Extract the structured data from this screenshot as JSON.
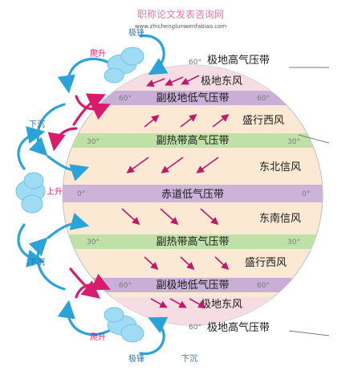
{
  "watermark": {
    "site": "职称论文发表咨询网",
    "url": "www.zhichenglunwenfabiao.com"
  },
  "belts": {
    "north_polar_high": "极地高气压带",
    "north_subpolar_low": "副极地低气压带",
    "north_subtropical_high": "副热带高气压带",
    "equatorial_low": "赤道低气压带",
    "south_subtropical_high": "副热带高气压带",
    "south_subpolar_low": "副极地低气压带",
    "south_polar_high": "极地高气压带"
  },
  "winds": {
    "north_polar_easterlies": "极地东风",
    "north_westerlies": "盛行西风",
    "ne_trades": "东北信风",
    "se_trades": "东南信风",
    "south_westerlies": "盛行西风",
    "south_polar_easterlies": "极地东风"
  },
  "motion": {
    "north_rise": "爬升",
    "north_front": "极锋",
    "north_sink": "下沉",
    "equator_rise": "上升",
    "south_sink": "下沉",
    "south_rise": "爬升",
    "south_front": "极锋",
    "south_pole_sink": "下沉"
  },
  "latitudes": {
    "n60_left": "60°",
    "n60_right": "60°",
    "n30_left": "30°",
    "n30_right": "30°",
    "eq_left": "0°",
    "eq_right": "0°",
    "s30_left": "30°",
    "s30_right": "30°",
    "s60_left": "60°",
    "s60_right": "60°",
    "n90": "60°",
    "s90": "60°"
  },
  "colors": {
    "globe": "#fbe9d3",
    "polar_cap": "#f3d6dd",
    "subpolar_low": "#c9aed6",
    "subtropical_high": "#bfe0a6",
    "equatorial_low": "#cdb2d9",
    "cell_arrow_blue": "#2aa4d8",
    "cell_arrow_pink": "#d81b6b",
    "wind_arrow": "#c0186a",
    "cloud": "#9fdcf3"
  }
}
